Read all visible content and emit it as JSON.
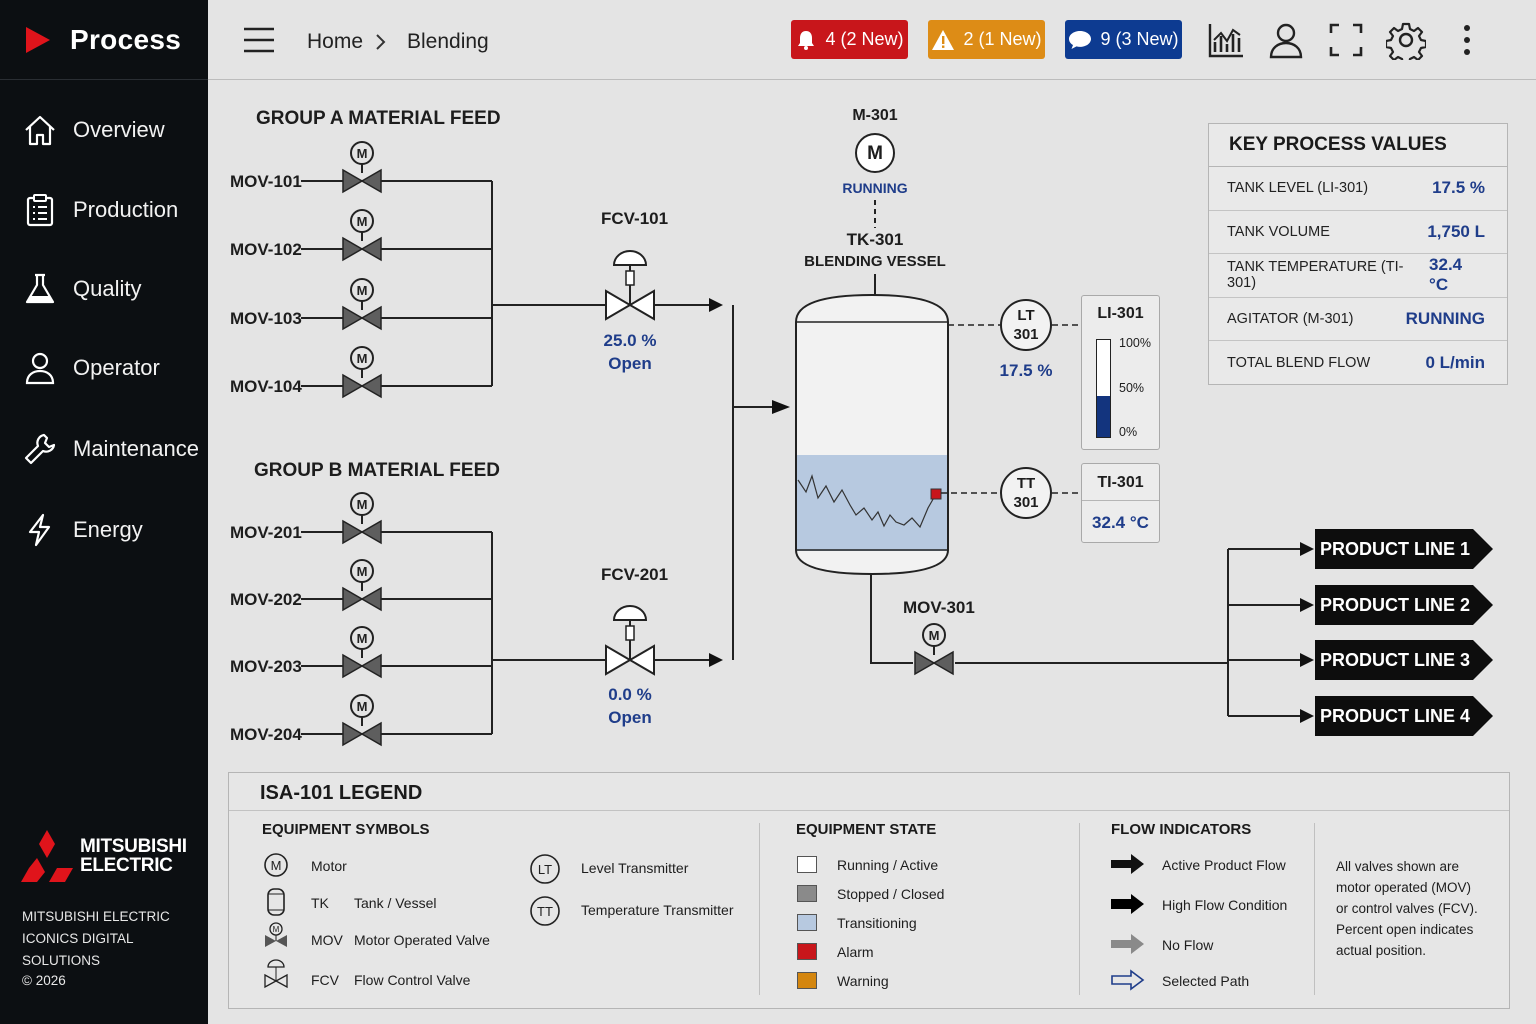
{
  "app": {
    "title": "Process"
  },
  "sidebar": {
    "items": [
      {
        "label": "Overview",
        "icon": "home-icon"
      },
      {
        "label": "Production",
        "icon": "clipboard-icon"
      },
      {
        "label": "Quality",
        "icon": "flask-icon"
      },
      {
        "label": "Operator",
        "icon": "user-icon"
      },
      {
        "label": "Maintenance",
        "icon": "wrench-icon"
      },
      {
        "label": "Energy",
        "icon": "bolt-icon"
      }
    ],
    "logo_text": [
      "MITSUBISHI",
      "ELECTRIC"
    ],
    "company": [
      "MITSUBISHI ELECTRIC",
      "ICONICS DIGITAL SOLUTIONS"
    ],
    "copyright": "© 2026"
  },
  "header": {
    "breadcrumb": [
      "Home",
      "Blending"
    ],
    "alarms": "4 (2 New)",
    "warnings": "2 (1 New)",
    "messages": "9 (3 New)"
  },
  "colors": {
    "alarm": "#c8161b",
    "warning": "#dd8c16",
    "message": "#0d3b91",
    "value_blue": "#1f3d8a",
    "sidebar": "#0c0f12",
    "liquid": "#b7c9e0"
  },
  "process": {
    "group_a": {
      "title": "GROUP A MATERIAL FEED",
      "valves": [
        "MOV-101",
        "MOV-102",
        "MOV-103",
        "MOV-104"
      ]
    },
    "group_b": {
      "title": "GROUP B MATERIAL FEED",
      "valves": [
        "MOV-201",
        "MOV-202",
        "MOV-203",
        "MOV-204"
      ]
    },
    "fcv101": {
      "tag": "FCV-101",
      "value": "25.0 %",
      "state": "Open"
    },
    "fcv201": {
      "tag": "FCV-201",
      "value": "0.0 %",
      "state": "Open"
    },
    "motor": {
      "tag": "M-301",
      "symbol": "M",
      "state": "RUNNING"
    },
    "tank": {
      "tag": "TK-301",
      "name": "BLENDING VESSEL",
      "level_fraction": 0.175
    },
    "lt": {
      "line1": "LT",
      "line2": "301",
      "value": "17.5 %"
    },
    "li": {
      "tag": "LI-301",
      "scale": [
        "100%",
        "50%",
        "0%"
      ]
    },
    "tt": {
      "line1": "TT",
      "line2": "301"
    },
    "ti": {
      "tag": "TI-301",
      "value": "32.4 °C"
    },
    "mov301": {
      "tag": "MOV-301"
    },
    "product_lines": [
      "PRODUCT LINE 1",
      "PRODUCT LINE 2",
      "PRODUCT LINE 3",
      "PRODUCT LINE 4"
    ]
  },
  "kpv": {
    "title": "KEY PROCESS VALUES",
    "rows": [
      {
        "k": "TANK LEVEL (LI-301)",
        "v": "17.5 %"
      },
      {
        "k": "TANK VOLUME",
        "v": "1,750 L"
      },
      {
        "k": "TANK TEMPERATURE (TI-301)",
        "v": "32.4 °C"
      },
      {
        "k": "AGITATOR (M-301)",
        "v": "RUNNING"
      },
      {
        "k": "TOTAL BLEND FLOW",
        "v": "0 L/min"
      }
    ]
  },
  "legend": {
    "title": "ISA-101 LEGEND",
    "equipment_symbols": {
      "title": "EQUIPMENT SYMBOLS",
      "motor_label": "Motor",
      "tank_abbr": "TK",
      "tank_label": "Tank / Vessel",
      "mov_abbr": "MOV",
      "mov_label": "Motor Operated Valve",
      "fcv_abbr": "FCV",
      "fcv_label": "Flow Control Valve",
      "lt_label": "Level Transmitter",
      "tt_label": "Temperature Transmitter"
    },
    "equipment_state": {
      "title": "EQUIPMENT STATE",
      "items": [
        {
          "label": "Running / Active",
          "color": "#ffffff"
        },
        {
          "label": "Stopped / Closed",
          "color": "#8a8a8a"
        },
        {
          "label": "Transitioning",
          "color": "#b7c9e0"
        },
        {
          "label": "Alarm",
          "color": "#c8161b"
        },
        {
          "label": "Warning",
          "color": "#d4860f"
        }
      ]
    },
    "flow_indicators": {
      "title": "FLOW INDICATORS",
      "items": [
        "Active Product Flow",
        "High Flow Condition",
        "No Flow",
        "Selected Path"
      ]
    },
    "note": [
      "All valves shown are",
      "motor operated (MOV)",
      "or control valves (FCV).",
      "Percent open indicates",
      "actual position."
    ]
  }
}
